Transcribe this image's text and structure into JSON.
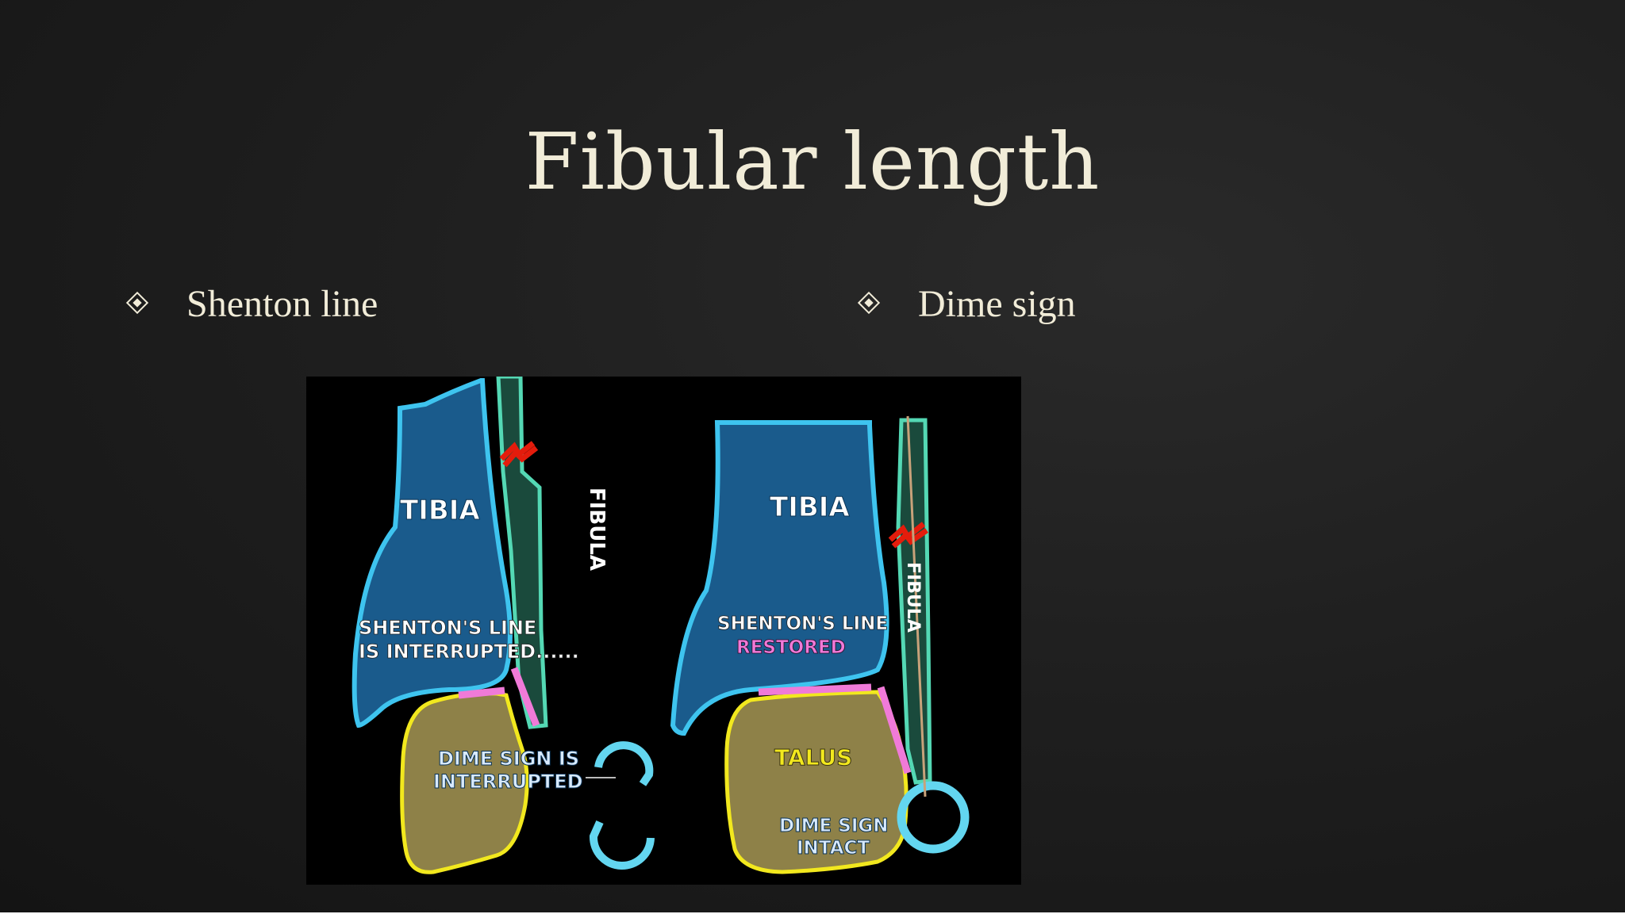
{
  "slide": {
    "title": "Fibular length",
    "bullets": [
      {
        "label": "Shenton line"
      },
      {
        "label": "Dime sign"
      }
    ]
  },
  "figure": {
    "left_panel": {
      "tibia": "TIBIA",
      "fibula": "FIBULA",
      "shenton_line_1": "SHENTON'S LINE",
      "shenton_line_2": "IS INTERRUPTED......",
      "dime_1": "DIME SIGN IS",
      "dime_2": "INTERRUPTED"
    },
    "right_panel": {
      "tibia": "TIBIA",
      "fibula": "FIBULA",
      "shenton_line_1": "SHENTON'S LINE",
      "shenton_line_2": "RESTORED",
      "talus": "TALUS",
      "dime_1": "DIME SIGN",
      "dime_2": "INTACT"
    }
  },
  "colors": {
    "bone_blue": "#1a5b8c",
    "outline_cyan": "#3ec4ef",
    "talus_olive": "#8e8148",
    "talus_outline": "#f2e81e",
    "fibula_green": "#1a4a3c",
    "fibula_outline": "#54d8b4",
    "shenton_pink": "#f07ad8",
    "fracture_red": "#e41c0c"
  }
}
